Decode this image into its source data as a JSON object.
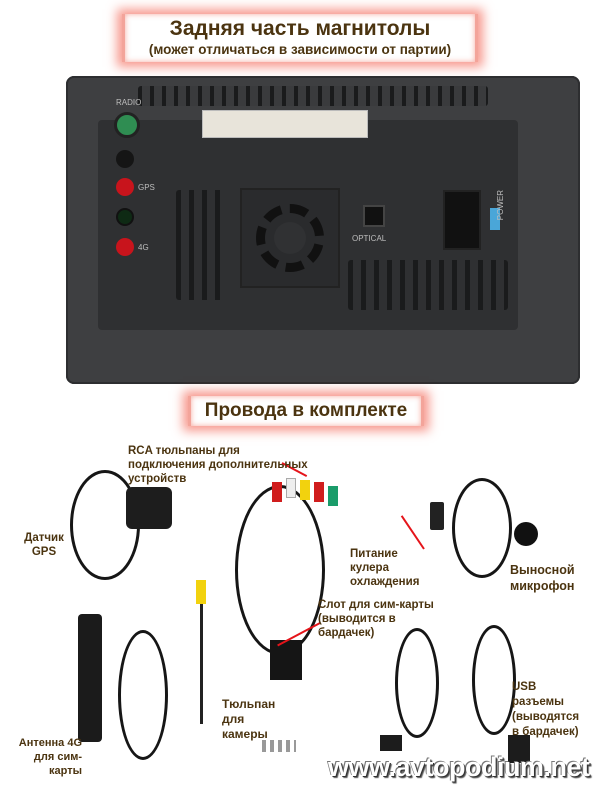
{
  "header_banner": {
    "title": "Задняя часть магнитолы",
    "subtitle": "(может отличаться в зависимости от партии)"
  },
  "device": {
    "port_labels": {
      "radio": "RADIO",
      "gps": "GPS",
      "lte": "4G",
      "optical": "OPTICAL",
      "power": "POWER"
    }
  },
  "kit_banner": {
    "title": "Провода в комплекте"
  },
  "callouts": {
    "rca": "RCA тюльпаны для подключения дополнительных устройств",
    "gps": "Датчик GPS",
    "fan_power": "Питание кулера охлаждения",
    "microphone": "Выносной микрофон",
    "sim_slot": "Слот для сим-карты (выводится в бардачек)",
    "camera": "Тюльпан для камеры",
    "usb": "USB разъемы (выводятся в бардачек)",
    "antenna": "Антенна 4G для сим-карты"
  },
  "watermark": "www.avtopodium.net",
  "colors": {
    "banner_glow": "#f04632",
    "caption_text": "#4b3410",
    "arrow": "#e5141a",
    "device_body": "#3e3f41"
  }
}
